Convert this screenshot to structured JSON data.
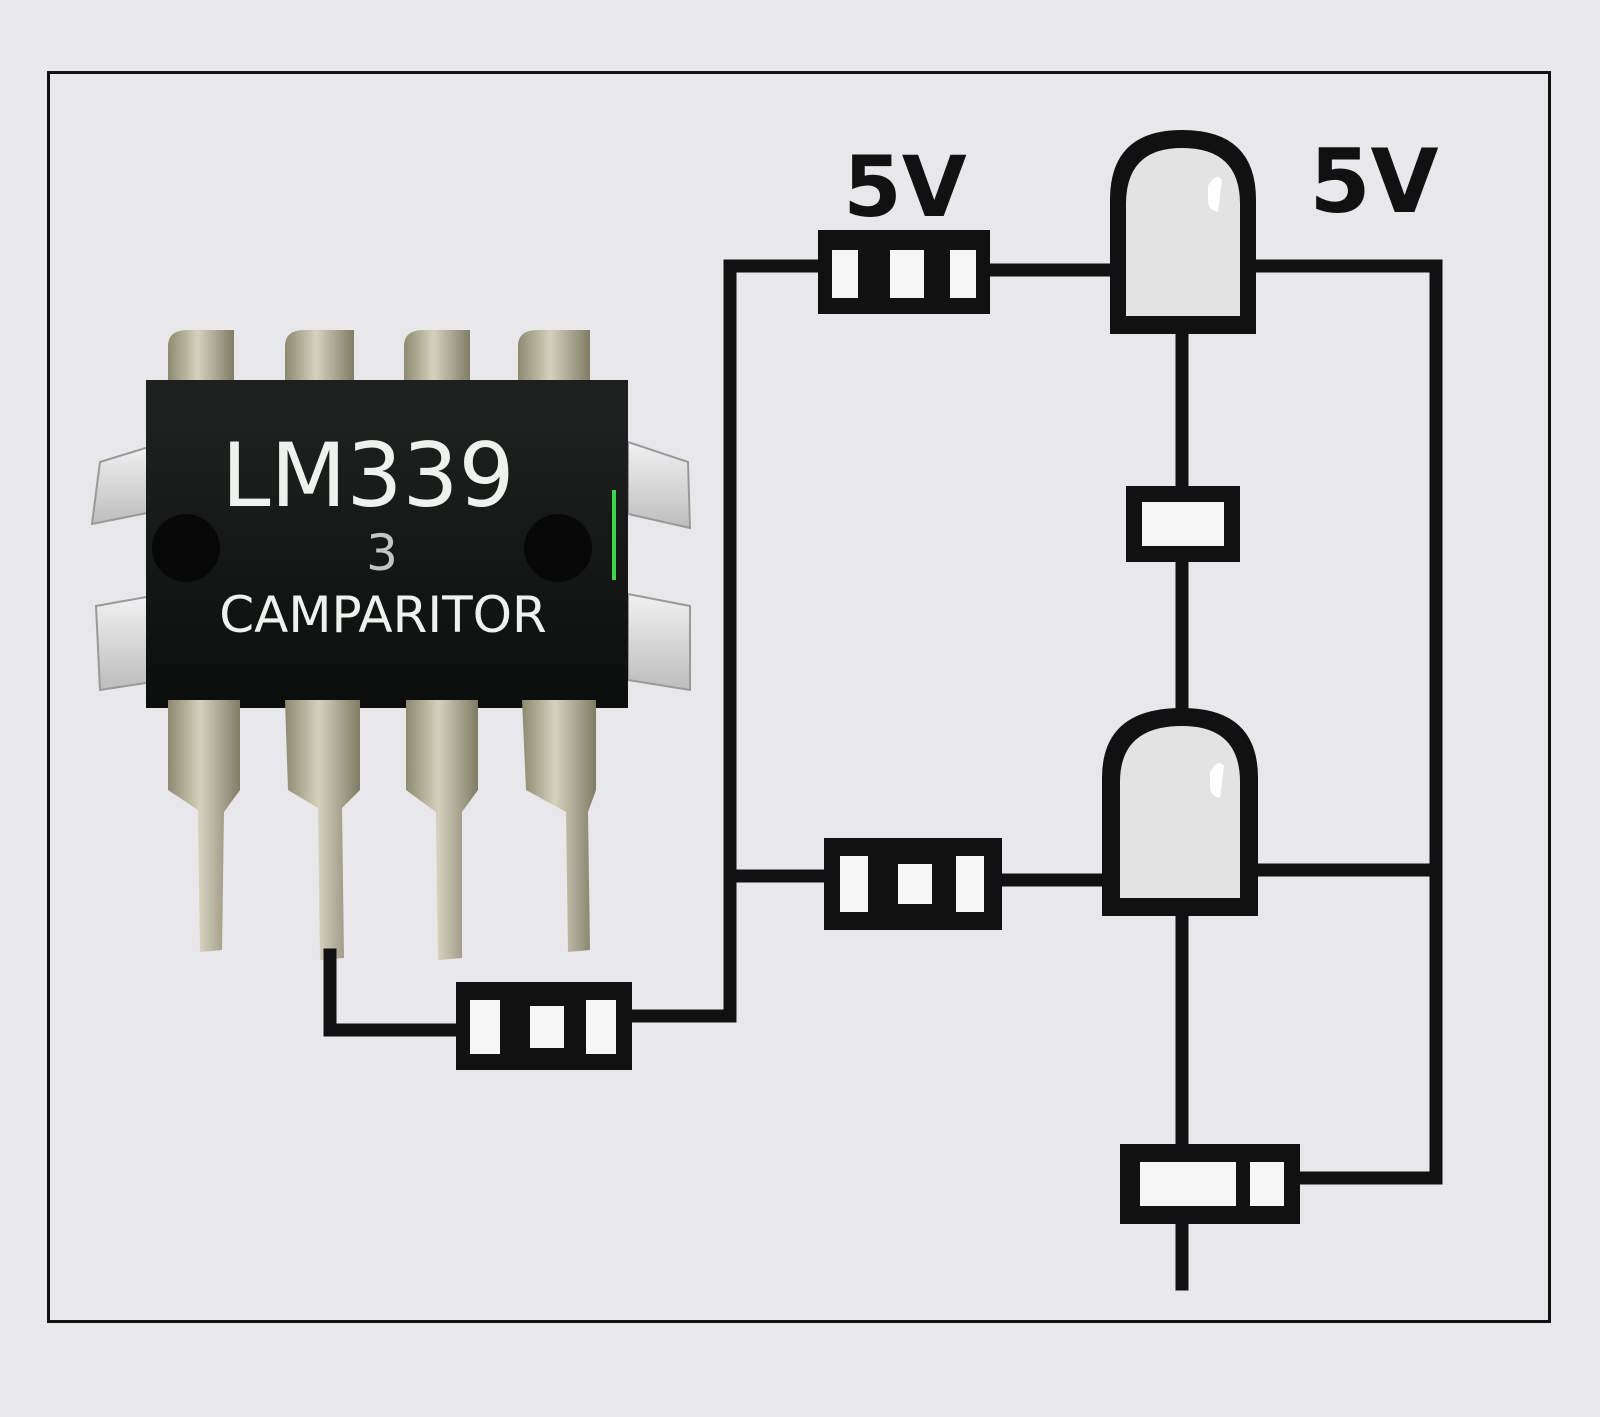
{
  "chip": {
    "part_number": "LM339",
    "code": "3",
    "description": "CAMPARITOR"
  },
  "labels": {
    "supply_top_left": "5V",
    "supply_top_right": "5V"
  },
  "colors": {
    "background": "#e9e9eb",
    "wire": "#111111",
    "chip_body": "#111311",
    "pin": "#b8b49a",
    "led_fill": "#e3e3e3"
  }
}
